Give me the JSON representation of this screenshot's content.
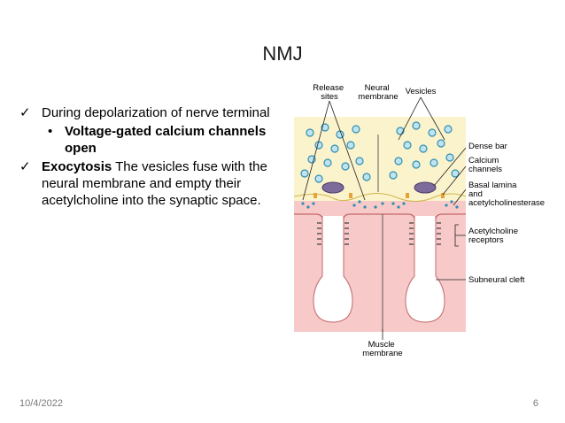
{
  "title": "NMJ",
  "bullets": {
    "b1": "During depolarization of nerve terminal",
    "b1_sub": "Voltage-gated calcium channels open",
    "b2_bold": "Exocytosis",
    "b2_rest": " The vesicles  fuse with the neural membrane and empty their acetylcholine into the synaptic space."
  },
  "diagram": {
    "labels": {
      "release_sites": [
        "Release",
        "sites"
      ],
      "neural_membrane": [
        "Neural",
        "membrane"
      ],
      "vesicles": "Vesicles",
      "dense_bar": "Dense bar",
      "calcium_channels": [
        "Calcium",
        "channels"
      ],
      "basal_lamina": [
        "Basal lamina",
        "and",
        "acetylcholinesterase"
      ],
      "ach_receptors": [
        "Acetylcholine",
        "receptors"
      ],
      "subneural_cleft": "Subneural cleft",
      "muscle_membrane": [
        "Muscle",
        "membrane"
      ]
    },
    "colors": {
      "nerve": "#fbf3cc",
      "muscle": "#f7c9c9",
      "cleft": "#ffffff",
      "vesicle": "#2e8fb0",
      "dense_bar": "#7d6b9c",
      "calcium": "#e8a23a"
    }
  },
  "footer": {
    "date": "10/4/2022",
    "page": "6"
  }
}
